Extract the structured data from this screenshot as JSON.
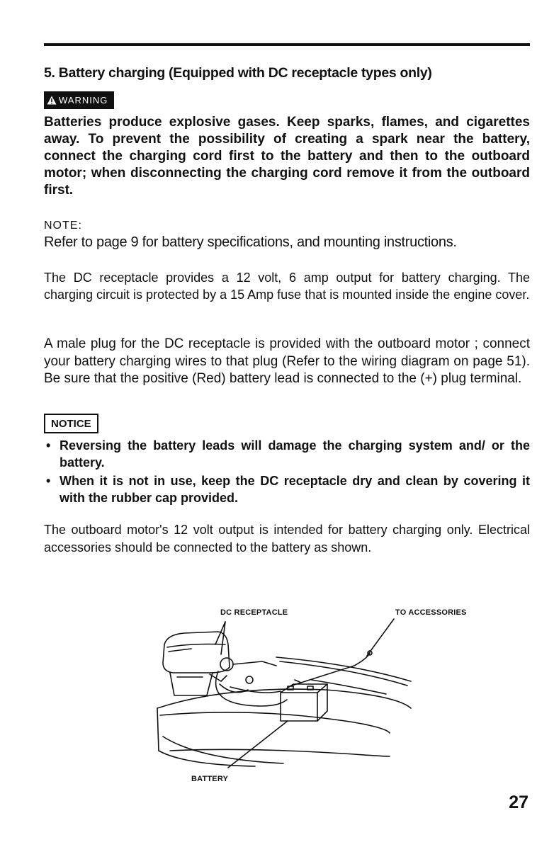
{
  "section": {
    "title": "5. Battery charging (Equipped with DC receptacle types only)"
  },
  "warning": {
    "label": "WARNING",
    "text": "Batteries produce explosive gases. Keep sparks, flames, and cigarettes away. To prevent the possibility of creating a spark near the battery, connect the charging cord first to the battery and then to the outboard motor; when disconnecting the charging cord remove it from the outboard first."
  },
  "note": {
    "label": "NOTE:",
    "text": "Refer to page 9  for battery specifications, and mounting instructions."
  },
  "paragraphs": {
    "dc_receptacle": "The DC receptacle provides a 12 volt, 6 amp output for battery charging. The charging circuit is protected by a 15 Amp fuse that is mounted inside the engine cover.",
    "male_plug": "A male plug for the DC receptacle is provided with the outboard motor ; connect your battery charging wires to that plug (Refer to the wiring diagram on page 51). Be sure that the positive (Red) battery lead is connected to the (+) plug terminal.",
    "output": "The outboard motor's 12 volt output is intended for battery charging only. Electrical accessories should be connected to the battery as shown."
  },
  "notice": {
    "label": "NOTICE",
    "bullets": [
      "Reversing the battery leads will damage the charging system and/ or the battery.",
      "When it is not in use, keep the DC receptacle dry and clean by covering it with the rubber cap provided."
    ]
  },
  "figure": {
    "label_dc_receptacle": "DC RECEPTACLE",
    "label_to_accessories": "TO ACCESSORIES",
    "label_battery": "BATTERY"
  },
  "page_number": "27",
  "icons": {
    "warning": "warning-triangle-icon",
    "bullet": "•"
  }
}
